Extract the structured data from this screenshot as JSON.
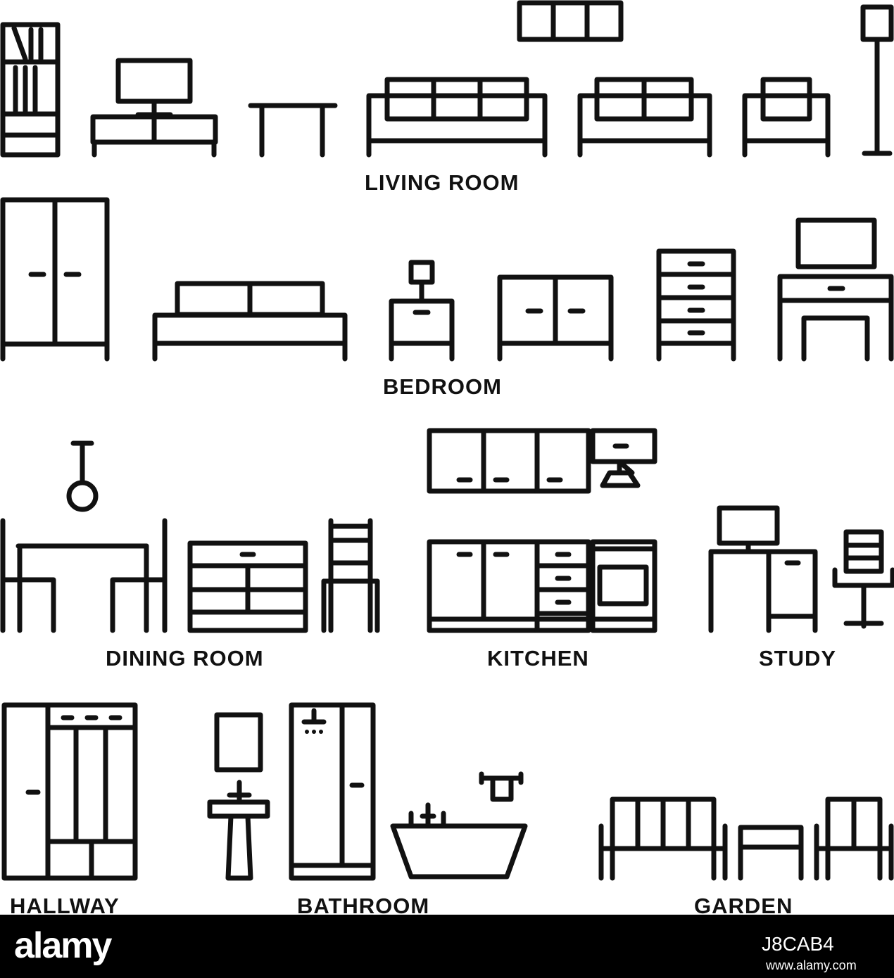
{
  "sections": {
    "living_room": "LIVING ROOM",
    "bedroom": "BEDROOM",
    "dining_room": "DINING ROOM",
    "kitchen": "KITCHEN",
    "study": "STUDY",
    "hallway": "HALLWAY",
    "bathroom": "BATHROOM",
    "garden": "GARDEN"
  },
  "footer": {
    "brand": "alamy",
    "image_id": "J8CAB4",
    "site": "www.alamy.com"
  },
  "colors": {
    "stroke": "#111111",
    "background": "#ffffff",
    "footer_bg": "#000000",
    "footer_text": "#ffffff"
  }
}
